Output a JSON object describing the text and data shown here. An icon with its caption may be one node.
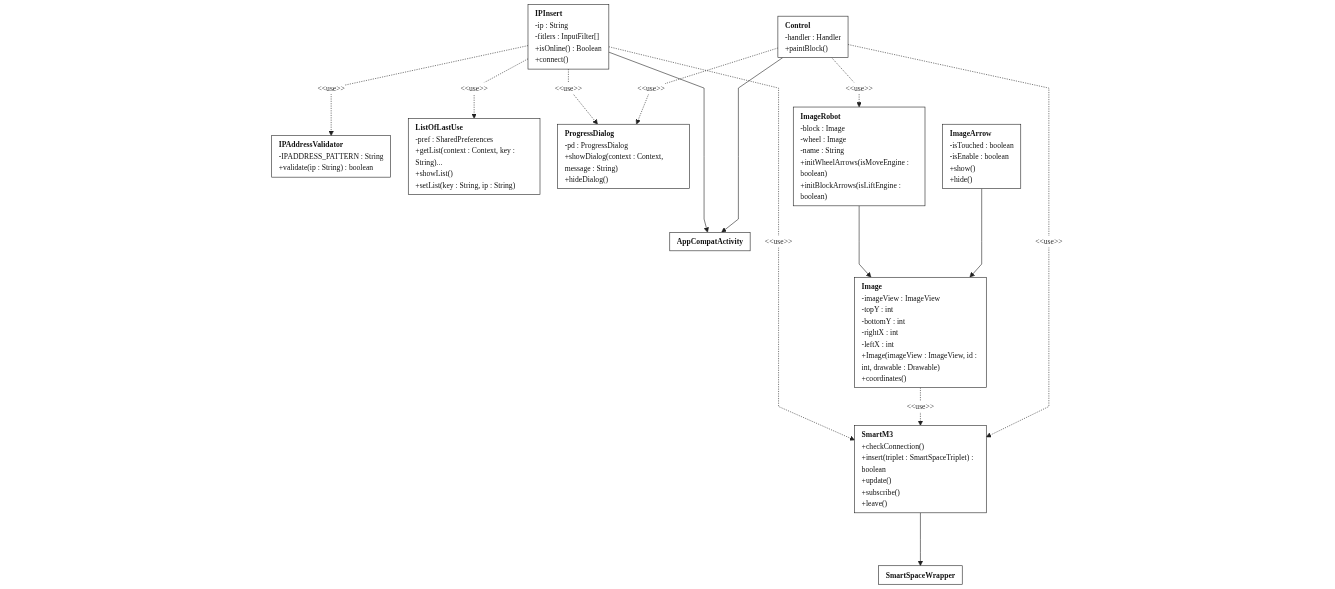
{
  "diagram": {
    "nodes": [
      {
        "text": [
          "AppCompatActivity"
        ]
      },
      {
        "text": [
          "IPAddressValidator",
          "-IPADDRESS_PATTERN : String",
          "+validate(ip : String) : boolean"
        ]
      },
      {
        "text": [
          "IPInsert",
          "-ip : String",
          "-fitlers : InputFilter[]",
          "+isOnline() : Boolean",
          "+connect()"
        ]
      },
      {
        "text": [
          "Control",
          "-handler : Handler",
          "+paintBlock()"
        ]
      },
      {
        "text": [
          "ListOfLastUse",
          "-pref : SharedPreferences",
          "+getList(context : Context, key : String)...",
          "+showList()",
          "+setList(key : String, ip : String)"
        ]
      },
      {
        "text": [
          "Image",
          "-imageView : ImageView",
          "-topY : int",
          "-bottomY : int",
          "-rightX : int",
          "-leftX : int",
          "+Image(imageView : ImageView, id : int, drawable : Drawable)",
          "+coordinates()"
        ]
      },
      {
        "text": [
          "ProgressDialog",
          "-pd : ProgressDialog",
          "+showDialog(context : Context, message : String)",
          "+hideDialog()"
        ]
      },
      {
        "text": [
          "SmartM3",
          "+checkConnection()",
          "+insert(triplet : SmartSpaceTriplet) : boolean",
          "+update()",
          "+subscribe()",
          "+leave()"
        ]
      },
      {
        "text": [
          "ImageRobot",
          "-block : Image",
          "-wheel : Image",
          "-name : String",
          "+initWheelArrows(isMoveEngine : boolean)",
          "+initBlockArrows(isLiftEngine : boolean)"
        ]
      },
      {
        "text": [
          "ImageArrow",
          "-isTouched : boolean",
          "-isEnable : boolean",
          "+show()",
          "+hide()"
        ]
      },
      {
        "text": [
          "SmartSpaceWrapper"
        ]
      }
    ],
    "edges": [
      {
        "from": 2,
        "to": 0,
        "arrow": "to"
      },
      {
        "from": 3,
        "to": 0,
        "arrow": "to"
      },
      {
        "from": 2,
        "to": 1,
        "arrow": "to",
        "style": "dashed",
        "label": "<<use>>"
      },
      {
        "from": 2,
        "to": 4,
        "arrow": "to",
        "style": "dashed",
        "label": "<<use>>"
      },
      {
        "from": 2,
        "to": 6,
        "arrow": "to",
        "style": "dashed",
        "label": "<<use>>"
      },
      {
        "from": 3,
        "to": 6,
        "arrow": "to",
        "style": "dashed",
        "label": "<<use>>"
      },
      {
        "from": 3,
        "to": 8,
        "arrow": "to",
        "style": "dashed",
        "label": "<<use>>"
      },
      {
        "from": 2,
        "to": 7,
        "arrow": "to",
        "style": "dashed",
        "label": "<<use>>"
      },
      {
        "from": 5,
        "to": 7,
        "arrow": "to",
        "style": "dashed",
        "label": "<<use>>"
      },
      {
        "from": 3,
        "to": 7,
        "arrow": "to",
        "style": "dashed",
        "label": "<<use>>"
      },
      {
        "from": 8,
        "to": 5,
        "arrow": "to"
      },
      {
        "from": 9,
        "to": 5,
        "arrow": "to"
      },
      {
        "from": 7,
        "to": 10,
        "arrow": "to"
      }
    ]
  }
}
